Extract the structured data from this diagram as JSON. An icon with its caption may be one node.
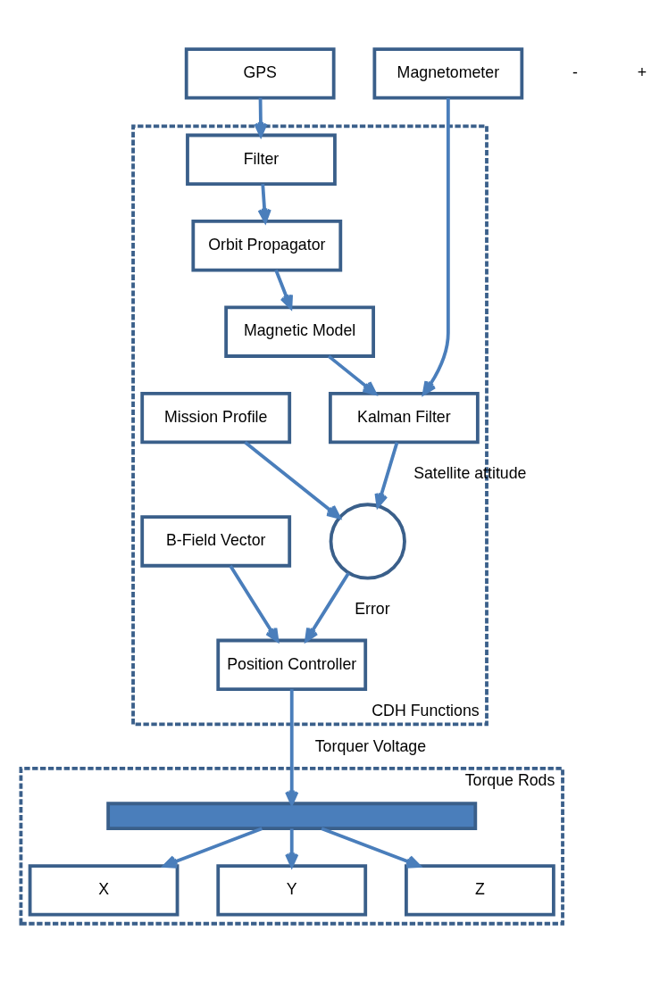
{
  "diagram": {
    "nodes": [
      {
        "text": [
          "GPS"
        ]
      },
      {
        "text": [
          "Magnetometer"
        ]
      },
      {
        "text": [
          "CDH Functions"
        ]
      },
      {
        "text": [
          "Filter"
        ],
        "in": 2
      },
      {
        "text": [
          "Orbit Propagator"
        ],
        "in": 2
      },
      {
        "text": [
          "Magnetic Model"
        ],
        "in": 2
      },
      {
        "text": [
          "Kalman Filter"
        ],
        "in": 2
      },
      {
        "text": [
          "Mission Profile"
        ],
        "in": 2
      },
      {
        "text": [],
        "shape": "circle",
        "in": 2
      },
      {
        "text": [
          "B-Field Vector"
        ],
        "in": 2
      },
      {
        "text": [
          "Position Controller"
        ],
        "in": 2
      },
      {
        "text": [
          "Torque Rods"
        ]
      },
      {
        "text": [],
        "shape": "bar",
        "in": 11
      },
      {
        "text": [
          "X"
        ],
        "in": 11
      },
      {
        "text": [
          "Y"
        ],
        "in": 11
      },
      {
        "text": [
          "Z"
        ],
        "in": 11
      }
    ],
    "edges": [
      {
        "from": 0,
        "to": 3,
        "arrow": "to"
      },
      {
        "from": 3,
        "to": 4,
        "arrow": "to"
      },
      {
        "from": 4,
        "to": 5,
        "arrow": "to"
      },
      {
        "from": 1,
        "to": 6,
        "arrow": "to"
      },
      {
        "from": 5,
        "to": 6,
        "arrow": "to"
      },
      {
        "from": 6,
        "to": 8,
        "arrow": "to",
        "label": "Satellite attitude"
      },
      {
        "from": 7,
        "to": 8,
        "arrow": "to"
      },
      {
        "from": 8,
        "to": 10,
        "arrow": "to",
        "label": "Error"
      },
      {
        "from": 9,
        "to": 10,
        "arrow": "to"
      },
      {
        "from": 10,
        "to": 12,
        "arrow": "to",
        "label": "Torquer Voltage"
      },
      {
        "from": 12,
        "to": 13,
        "arrow": "to"
      },
      {
        "from": 12,
        "to": 14,
        "arrow": "to"
      },
      {
        "from": 12,
        "to": 15,
        "arrow": "to"
      }
    ],
    "labels": [
      "-",
      "+"
    ]
  }
}
